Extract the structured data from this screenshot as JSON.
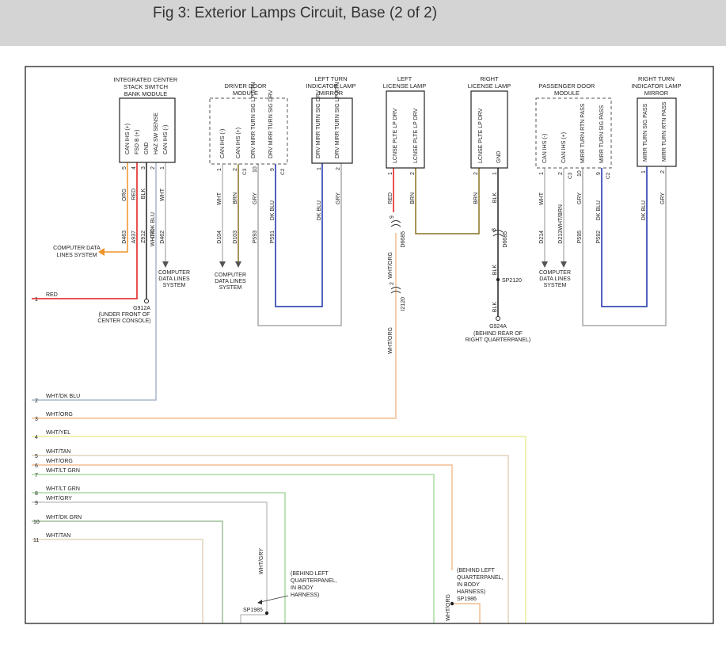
{
  "page": {
    "title": "Fig 3: Exterior Lamps Circuit, Base (2 of 2)"
  },
  "colors": {
    "frame": "#222222",
    "orange": "#f0932a",
    "red": "#e01818",
    "black": "#222222",
    "white": "#b8b8b8",
    "dkblue": "#1a2faa",
    "brown": "#8a7220",
    "gray": "#a8a8a8",
    "wht_org": "#f4be92",
    "wht_dkblu": "#a9b6c9",
    "wht_yel": "#e8ee9a",
    "wht_tan": "#e2d2ba",
    "wht_ltgrn": "#a8dca0",
    "wht_gry": "#c6c6c6",
    "wht_dkgrn": "#9bbf96"
  },
  "components": {
    "icsb": {
      "name_lines": [
        "INTEGRATED CENTER",
        "STACK SWITCH",
        "BANK MODULE"
      ],
      "pins": [
        "CAN IHS (+)",
        "FSD B (+)",
        "GND",
        "HAZ SW SENSE",
        "CAN IHS (-)"
      ]
    },
    "ddm": {
      "name_lines": [
        "DRIVER DOOR",
        "MODULE"
      ],
      "pins": [
        "CAN IHS (-)",
        "CAN IHS (+)",
        "DRV MIRR TURN SIG LP RTN",
        "DRV MIRR TURN SIG DRV"
      ],
      "connectors": [
        "C3",
        "C2"
      ]
    },
    "ltm": {
      "name_lines": [
        "LEFT TURN",
        "INDICATOR LAMP",
        "MIRROR"
      ],
      "pins": [
        "DRV MIRR TURN SIG DRV",
        "DRV MIRR TURN SIG LP RTN"
      ]
    },
    "llp": {
      "name_lines": [
        "LEFT",
        "LICENSE LAMP"
      ],
      "pins": [
        "LCNSE PLTE LP DRV",
        "LCNSE PLTE LP DRV"
      ]
    },
    "rlp": {
      "name_lines": [
        "RIGHT",
        "LICENSE LAMP"
      ],
      "pins": [
        "LCNSE PLTE LP DRV",
        "GND"
      ]
    },
    "pdm": {
      "name_lines": [
        "PASSENGER DOOR",
        "MODULE"
      ],
      "pins": [
        "CAN IHS (-)",
        "CAN IHS (+)",
        "MIRR TURN RTN PASS",
        "MIRR TURN SIG PASS"
      ],
      "connectors": [
        "C3",
        "C2"
      ]
    },
    "rtm": {
      "name_lines": [
        "RIGHT TURN",
        "INDICATOR LAMP",
        "MIRROR"
      ],
      "pins": [
        "MIRR TURN SIG PASS",
        "MIRR TURN RTN PASS"
      ]
    }
  },
  "pin_numbers": [
    "5",
    "4",
    "3",
    "2",
    "1",
    "1",
    "2",
    "10",
    "9",
    "1",
    "2",
    "1",
    "2",
    "2",
    "1",
    "1",
    "2",
    "10",
    "9",
    "1",
    "2"
  ],
  "wire_colors": [
    "ORG",
    "RED",
    "BLK",
    "WHT/DK BLU",
    "WHT",
    "WHT",
    "BRN",
    "GRY",
    "DK BLU",
    "DK BLU",
    "GRY",
    "RED",
    "BRN",
    "BRN",
    "BLK",
    "WHT",
    "WHT/BRN",
    "GRY",
    "DK BLU",
    "DK BLU",
    "GRY",
    "WHT/ORG",
    "BLK",
    "BLK",
    "WHT/ORG",
    "WHT/GRY",
    "WHT/ORG"
  ],
  "circuit_ids": [
    "D463",
    "A937",
    "Z912",
    "L91",
    "D462",
    "D104",
    "D103",
    "P593",
    "P591",
    "D6685",
    "D6685",
    "D214",
    "D213",
    "P595",
    "P592",
    "I2120"
  ],
  "inline_pins": [
    "9",
    "8",
    "2"
  ],
  "refs": {
    "cdl": [
      "COMPUTER DATA",
      "LINES SYSTEM"
    ],
    "cdl3": [
      "COMPUTER",
      "DATA LINES",
      "SYSTEM"
    ],
    "g912a": "G912A",
    "g912a_loc": [
      "(UNDER FRONT OF",
      "CENTER CONSOLE)"
    ],
    "g924a": "G924A",
    "g924a_loc": [
      "(BEHIND REAR OF",
      "RIGHT QUARTERPANEL)"
    ],
    "sp2120": "SP2120",
    "sp1985": "SP1985",
    "sp1986": "SP1986",
    "loc_left": [
      "(BEHIND LEFT",
      "QUARTERPANEL,",
      "IN BODY",
      "HARNESS)"
    ],
    "loc_right": [
      "(BEHIND LEFT",
      "QUARTERPANEL,",
      "IN BODY",
      "HARNESS)"
    ]
  },
  "edge_rows": [
    {
      "n": "1",
      "label": "RED"
    },
    {
      "n": "2",
      "label": "WHT/DK BLU"
    },
    {
      "n": "3",
      "label": "WHT/ORG"
    },
    {
      "n": "4",
      "label": "WHT/YEL"
    },
    {
      "n": "5",
      "label": "WHT/TAN"
    },
    {
      "n": "6",
      "label": "WHT/ORG"
    },
    {
      "n": "7",
      "label": "WHT/LT GRN"
    },
    {
      "n": "8",
      "label": "WHT/LT GRN"
    },
    {
      "n": "9",
      "label": "WHT/GRY"
    },
    {
      "n": "10",
      "label": "WHT/DK GRN"
    },
    {
      "n": "11",
      "label": "WHT/TAN"
    }
  ]
}
